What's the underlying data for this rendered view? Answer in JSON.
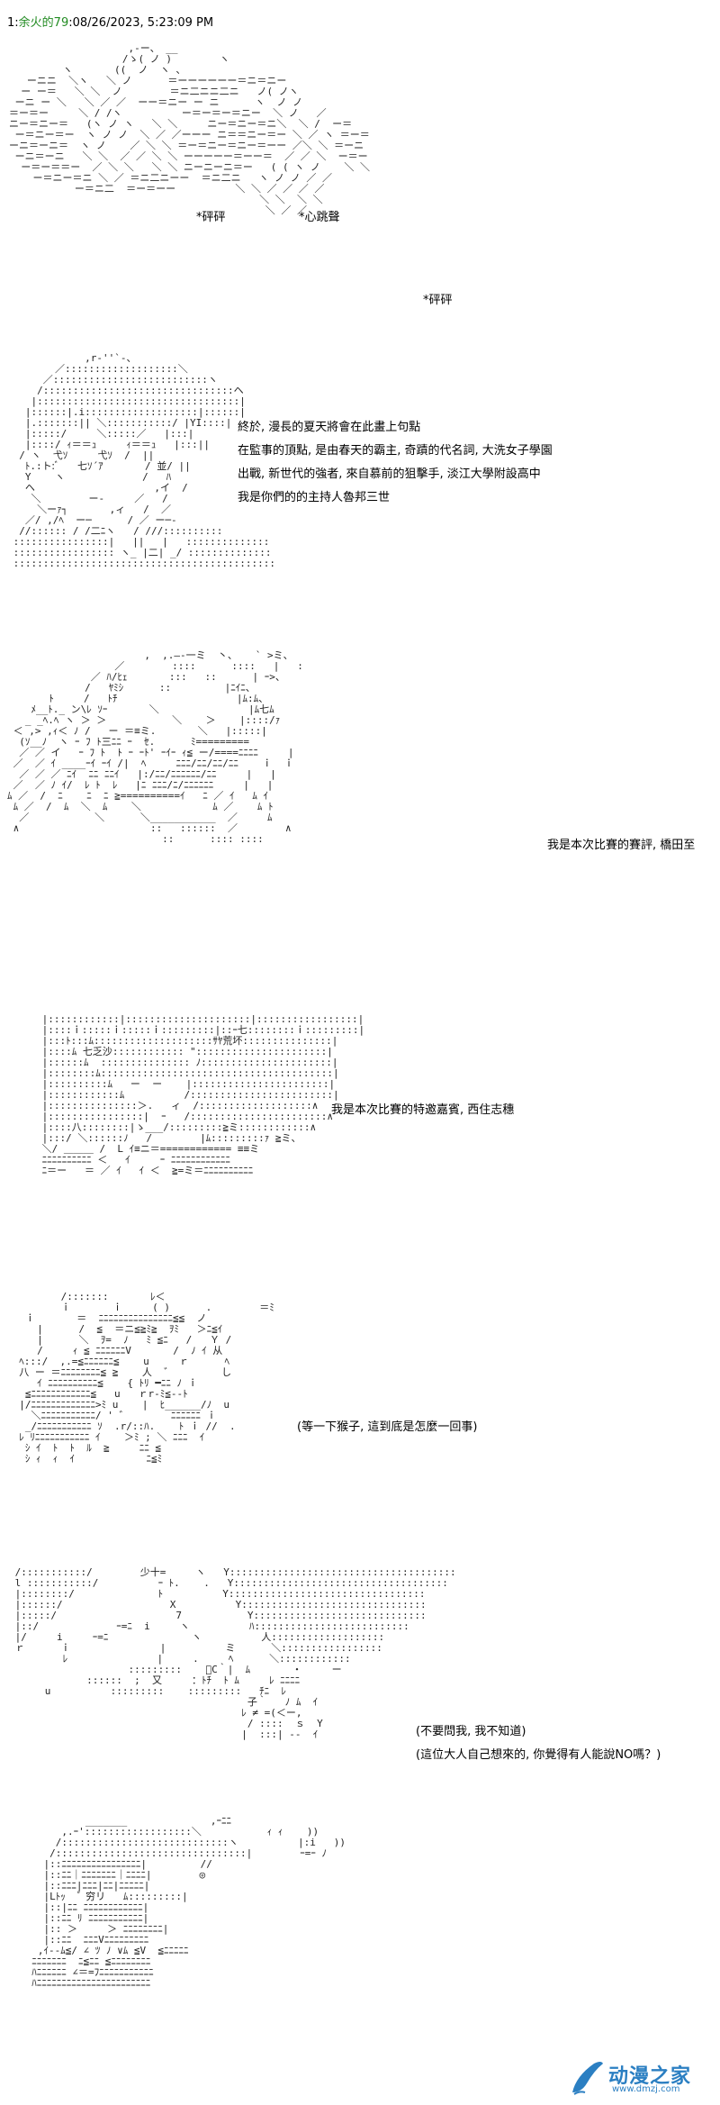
{
  "header": {
    "post_number": "1",
    "author": "余火的79",
    "datetime": "08/26/2023, 5:23:09 PM"
  },
  "panel1": {
    "sfx_1": "*砰砰",
    "sfx_2": "*心跳聲",
    "sfx_3": "*砰砰"
  },
  "panel2": {
    "lines": [
      "終於, 漫長的夏天將會在此畫上句點",
      "在監事的頂點, 是由春天的霸主, 奇蹟的代名詞, 大洗女子學園",
      "出戰, 新世代的強者, 來自慕前的狙擊手, 淡江大學附設高中",
      "我是你們的的主持人魯邦三世"
    ]
  },
  "panel3": {
    "line": "我是本次比賽的賽評, 橋田至"
  },
  "panel4": {
    "line": "我是本次比賽的特邀嘉賓, 西住志穗"
  },
  "panel5": {
    "line": "(等一下猴子, 這到底是怎麼一回事)"
  },
  "panel6": {
    "line_1": "(不要問我, 我不知道)",
    "line_2": "(這位大人自己想來的, 你覺得有人能說NO嗎？)"
  },
  "watermark": {
    "brand": "动漫之家",
    "url": "www.dmzj.com",
    "color": "#2b7fc2"
  }
}
